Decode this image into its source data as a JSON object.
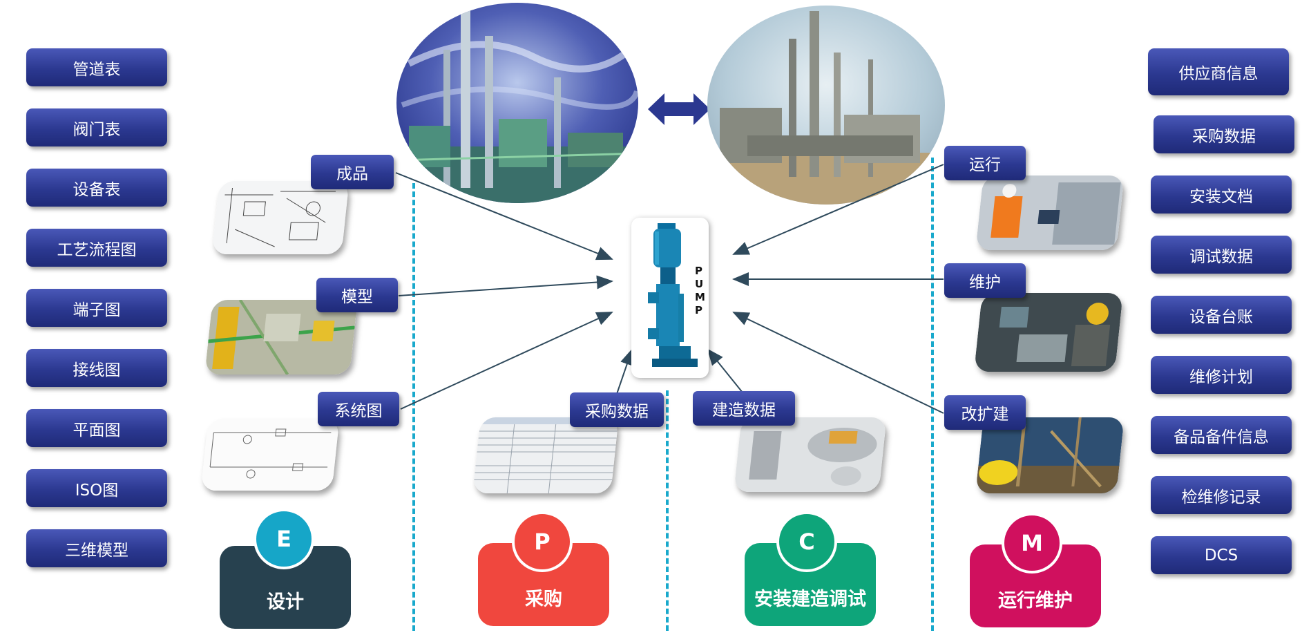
{
  "left_list": [
    "管道表",
    "阀门表",
    "设备表",
    "工艺流程图",
    "端子图",
    "接线图",
    "平面图",
    "ISO图",
    "三维模型"
  ],
  "right_list": [
    "供应商信息",
    "采购数据",
    "安装文档",
    "调试数据",
    "设备台账",
    "维修计划",
    "备品备件信息",
    "检维修记录",
    "DCS"
  ],
  "tags": {
    "finished": "成品",
    "model": "模型",
    "system": "系统图",
    "procurement_data": "采购数据",
    "construction_data": "建造数据",
    "operation": "运行",
    "maintenance": "维护",
    "expansion": "改扩建"
  },
  "pump_label": "PUMP",
  "phases": [
    {
      "letter": "E",
      "label": "设计",
      "color": "#27414f",
      "circle": "#16a6c8"
    },
    {
      "letter": "P",
      "label": "采购",
      "color": "#f0473e",
      "circle": "#f0473e"
    },
    {
      "letter": "C",
      "label": "安装建造调试",
      "color": "#0ea57a",
      "circle": "#0ea57a"
    },
    {
      "letter": "M",
      "label": "运行维护",
      "color": "#d0105e",
      "circle": "#d0105e"
    }
  ],
  "colors": {
    "accent_blue": "#2b3890",
    "dash": "#19a9cc",
    "arrow": "#2f4a5c"
  }
}
